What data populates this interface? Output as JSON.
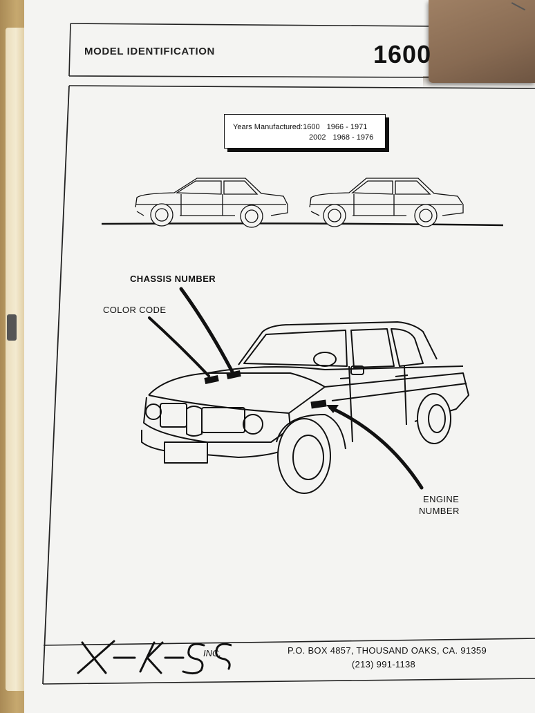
{
  "header": {
    "title": "MODEL IDENTIFICATION",
    "model": "1600"
  },
  "years": {
    "label": "Years Manufactured:",
    "rows": [
      {
        "model": "1600",
        "range": "1966 - 1971"
      },
      {
        "model": "2002",
        "range": "1968 - 1976"
      }
    ]
  },
  "callouts": {
    "chassis": "CHASSIS NUMBER",
    "color": "COLOR CODE",
    "engine_line1": "ENGINE",
    "engine_line2": "NUMBER"
  },
  "footer": {
    "logo_text": "X-K-SS",
    "logo_suffix": "INC.",
    "address": "P.O. BOX 4857, THOUSAND OAKS, CA. 91359",
    "phone": "(213) 991-1138"
  }
}
